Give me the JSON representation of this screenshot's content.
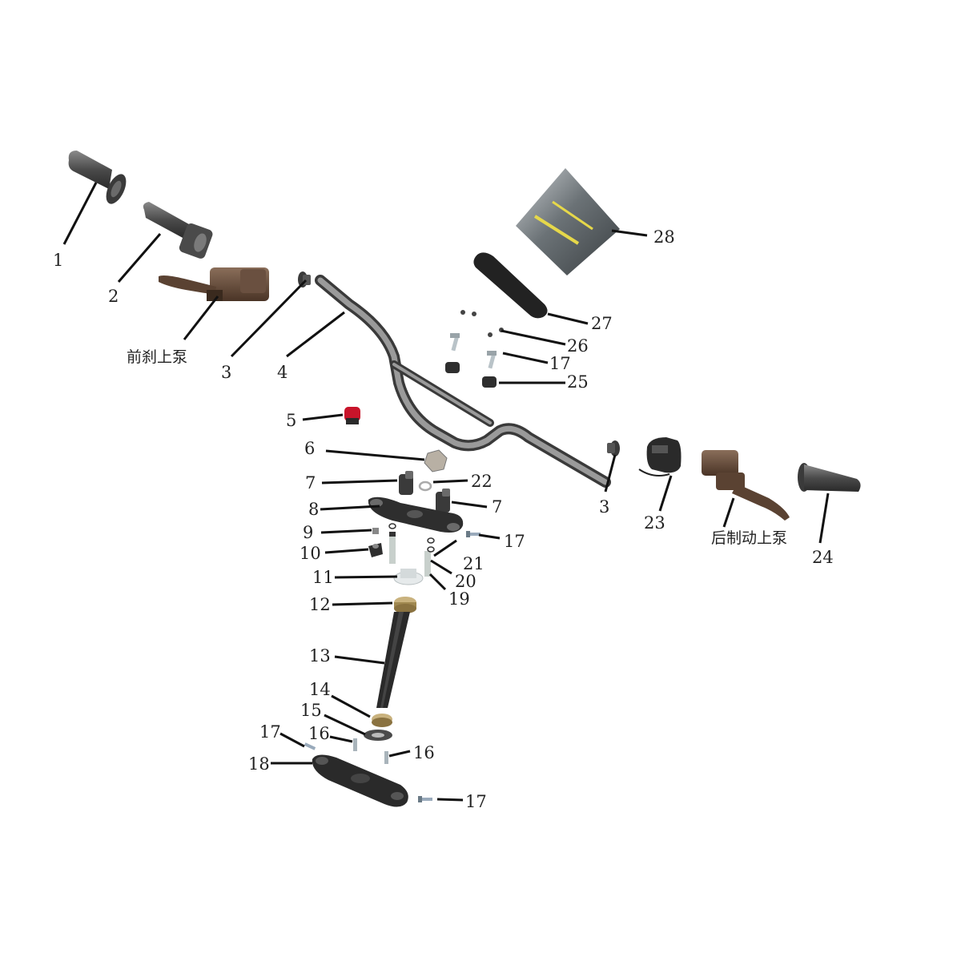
{
  "diagram": {
    "callouts": [
      {
        "id": "c1",
        "label": "1"
      },
      {
        "id": "c2",
        "label": "2"
      },
      {
        "id": "c3a",
        "label": "3"
      },
      {
        "id": "c3b",
        "label": "3"
      },
      {
        "id": "c4",
        "label": "4"
      },
      {
        "id": "c5",
        "label": "5"
      },
      {
        "id": "c6",
        "label": "6"
      },
      {
        "id": "c7a",
        "label": "7"
      },
      {
        "id": "c7b",
        "label": "7"
      },
      {
        "id": "c8",
        "label": "8"
      },
      {
        "id": "c9",
        "label": "9"
      },
      {
        "id": "c10",
        "label": "10"
      },
      {
        "id": "c11",
        "label": "11"
      },
      {
        "id": "c12",
        "label": "12"
      },
      {
        "id": "c13",
        "label": "13"
      },
      {
        "id": "c14",
        "label": "14"
      },
      {
        "id": "c15",
        "label": "15"
      },
      {
        "id": "c16a",
        "label": "16"
      },
      {
        "id": "c16b",
        "label": "16"
      },
      {
        "id": "c17a",
        "label": "17"
      },
      {
        "id": "c17b",
        "label": "17"
      },
      {
        "id": "c17c",
        "label": "17"
      },
      {
        "id": "c17d",
        "label": "17"
      },
      {
        "id": "c18",
        "label": "18"
      },
      {
        "id": "c19",
        "label": "19"
      },
      {
        "id": "c20",
        "label": "20"
      },
      {
        "id": "c21",
        "label": "21"
      },
      {
        "id": "c22",
        "label": "22"
      },
      {
        "id": "c23",
        "label": "23"
      },
      {
        "id": "c24",
        "label": "24"
      },
      {
        "id": "c25",
        "label": "25"
      },
      {
        "id": "c26",
        "label": "26"
      },
      {
        "id": "c27",
        "label": "27"
      },
      {
        "id": "c28",
        "label": "28"
      }
    ],
    "front_brake_label": "前刹上泵",
    "rear_brake_label": "后制动上泵"
  }
}
